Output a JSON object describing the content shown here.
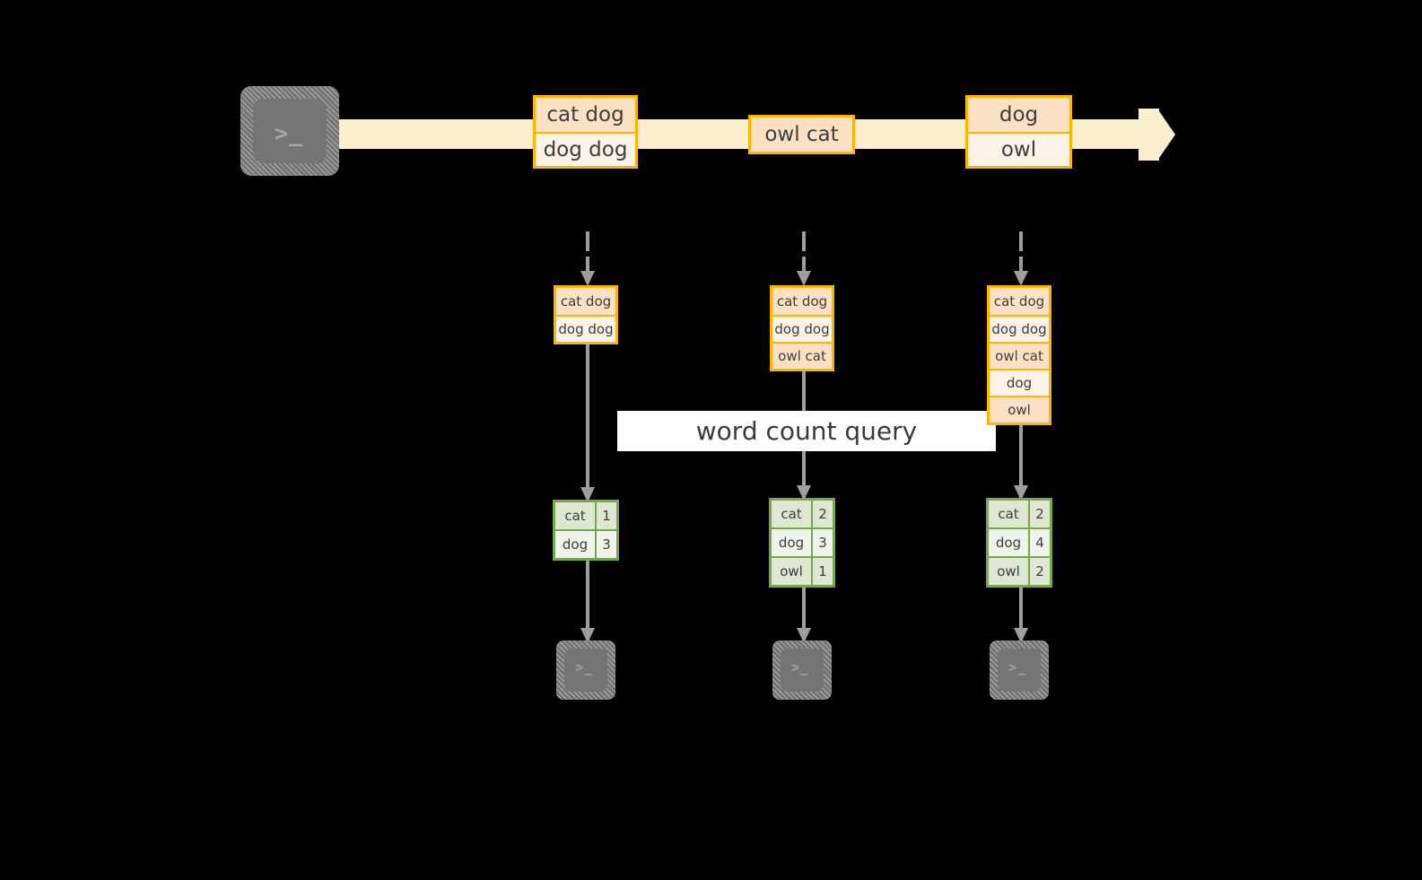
{
  "diagram": {
    "title": "word count query",
    "colors": {
      "background": "#000000",
      "stream_band": "#fcefd0",
      "message_border": "#ffb400",
      "message_fill_dark": "#fce0c4",
      "message_fill_light": "#fdf2e7",
      "result_border": "#77a74a",
      "result_fill_dark": "#dde7d2",
      "result_fill_light": "#eff4ea",
      "arrow_gray": "#9e9e9e",
      "terminal_gray": "#757575",
      "banner_background": "#ffffff",
      "text": "#3d3d3d"
    }
  },
  "source_terminal": {
    "icon": "terminal-prompt-icon",
    "prompt": ">_"
  },
  "stream": {
    "label": "event-stream-arrow",
    "messages": [
      {
        "id": "batch-1",
        "rows": [
          {
            "text": "cat dog",
            "shade": "dark"
          },
          {
            "text": "dog dog",
            "shade": "light"
          }
        ]
      },
      {
        "id": "batch-2",
        "rows": [
          {
            "text": "owl cat",
            "shade": "dark"
          }
        ]
      },
      {
        "id": "batch-3",
        "rows": [
          {
            "text": "dog",
            "shade": "dark"
          },
          {
            "text": "owl",
            "shade": "light"
          }
        ]
      }
    ]
  },
  "columns": [
    {
      "id": "snapshot-1",
      "log_rows": [
        {
          "text": "cat dog",
          "shade": "dark"
        },
        {
          "text": "dog dog",
          "shade": "light"
        }
      ],
      "result_rows": [
        {
          "word": "cat",
          "count": "1",
          "shade": "dark"
        },
        {
          "word": "dog",
          "count": "3",
          "shade": "light"
        }
      ],
      "sink": {
        "icon": "terminal-prompt-icon",
        "prompt": ">_"
      }
    },
    {
      "id": "snapshot-2",
      "log_rows": [
        {
          "text": "cat dog",
          "shade": "dark"
        },
        {
          "text": "dog dog",
          "shade": "light"
        },
        {
          "text": "owl cat",
          "shade": "dark"
        }
      ],
      "result_rows": [
        {
          "word": "cat",
          "count": "2",
          "shade": "dark"
        },
        {
          "word": "dog",
          "count": "3",
          "shade": "light"
        },
        {
          "word": "owl",
          "count": "1",
          "shade": "dark"
        }
      ],
      "sink": {
        "icon": "terminal-prompt-icon",
        "prompt": ">_"
      }
    },
    {
      "id": "snapshot-3",
      "log_rows": [
        {
          "text": "cat dog",
          "shade": "dark"
        },
        {
          "text": "dog dog",
          "shade": "light"
        },
        {
          "text": "owl cat",
          "shade": "dark"
        },
        {
          "text": "dog",
          "shade": "light"
        },
        {
          "text": "owl",
          "shade": "dark"
        }
      ],
      "result_rows": [
        {
          "word": "cat",
          "count": "2",
          "shade": "dark"
        },
        {
          "word": "dog",
          "count": "4",
          "shade": "light"
        },
        {
          "word": "owl",
          "count": "2",
          "shade": "dark"
        }
      ],
      "sink": {
        "icon": "terminal-prompt-icon",
        "prompt": ">_"
      }
    }
  ]
}
